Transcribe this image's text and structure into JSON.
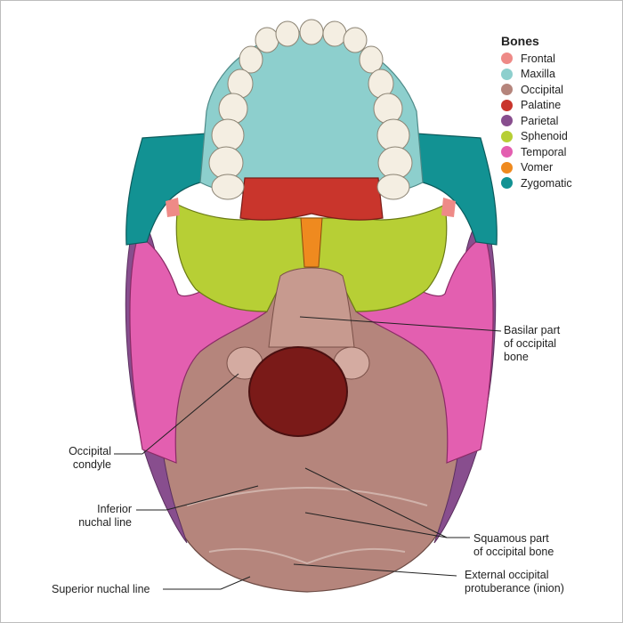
{
  "legend": {
    "title": "Bones",
    "items": [
      {
        "label": "Frontal",
        "color": "#ee8a87"
      },
      {
        "label": "Maxilla",
        "color": "#8dcfcd"
      },
      {
        "label": "Occipital",
        "color": "#b5857c"
      },
      {
        "label": "Palatine",
        "color": "#c9352c"
      },
      {
        "label": "Parietal",
        "color": "#884e8e"
      },
      {
        "label": "Sphenoid",
        "color": "#b7cf35"
      },
      {
        "label": "Temporal",
        "color": "#e35fb0"
      },
      {
        "label": "Vomer",
        "color": "#ef8a1f"
      },
      {
        "label": "Zygomatic",
        "color": "#129293"
      }
    ]
  },
  "labels": {
    "basilar": [
      "Basilar part",
      "of occipital",
      "bone"
    ],
    "condyle": [
      "Occipital",
      "condyle"
    ],
    "inferior": [
      "Inferior",
      "nuchal line"
    ],
    "squamous": [
      "Squamous part",
      "of occipital bone"
    ],
    "superior": [
      "Superior nuchal line"
    ],
    "protuberance": [
      "External occipital",
      "protuberance (inion)"
    ]
  }
}
